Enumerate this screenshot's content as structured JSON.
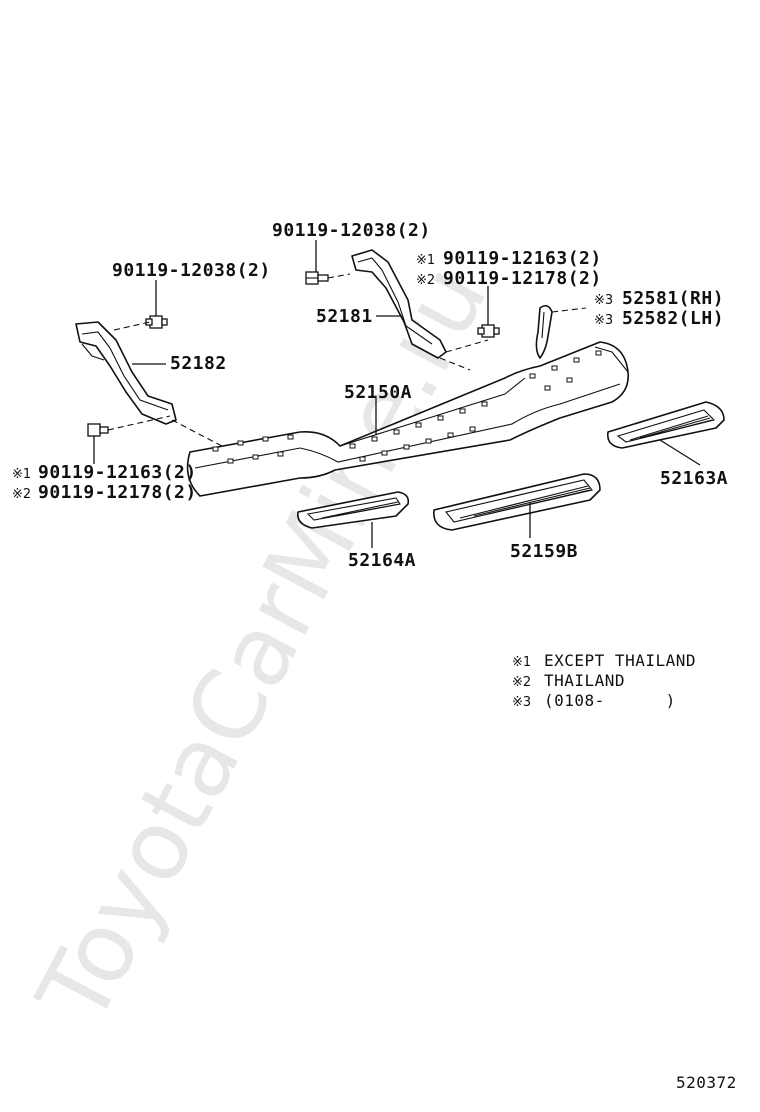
{
  "watermark": "ToyotaCarMine.ru",
  "labels": {
    "bolt_top": "90119-12038(2)",
    "bolt_left": "90119-12038(2)",
    "bolt_right_1_mark": "※1",
    "bolt_right_1": "90119-12163(2)",
    "bolt_right_2_mark": "※2",
    "bolt_right_2": "90119-12178(2)",
    "bolt_left_1_mark": "※1",
    "bolt_left_1": "90119-12163(2)",
    "bolt_left_2_mark": "※2",
    "bolt_left_2": "90119-12178(2)",
    "guard_rh_mark": "※3",
    "guard_rh": "52581(RH)",
    "guard_lh_mark": "※3",
    "guard_lh": "52582(LH)",
    "bracket_right": "52181",
    "bracket_left": "52182",
    "bumper": "52150A",
    "step_pad_right": "52163A",
    "step_pad_left": "52164A",
    "step_pad_center": "52159B"
  },
  "notes": [
    {
      "mark": "※1",
      "text": "EXCEPT THAILAND"
    },
    {
      "mark": "※2",
      "text": "THAILAND"
    },
    {
      "mark": "※3",
      "text": "(0108-      )"
    }
  ],
  "diagram_id": "520372"
}
